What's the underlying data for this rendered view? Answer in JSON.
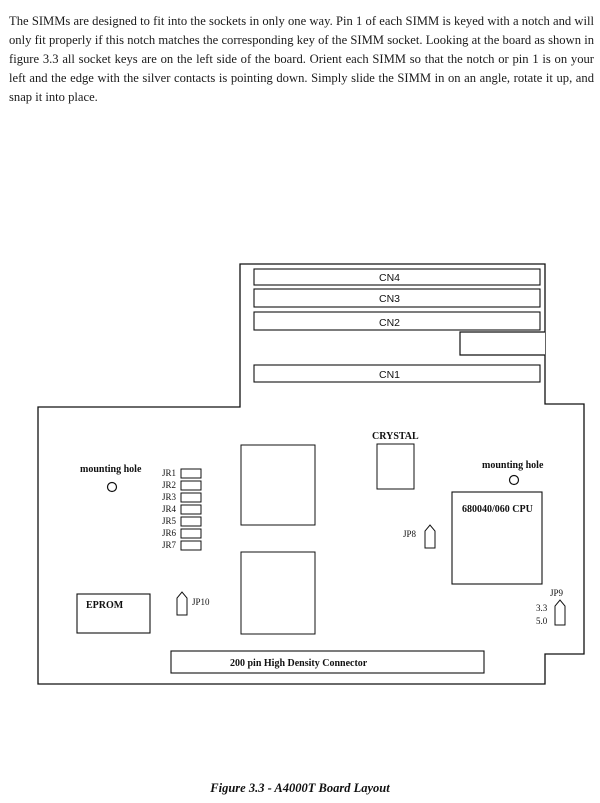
{
  "paragraph": "The SIMMs are designed to fit into the sockets in only one way. Pin 1 of each SIMM is keyed with a notch and will only fit properly if this notch matches the corresponding key of the SIMM socket. Looking at the board as shown in figure 3.3 all socket keys are on the left side of the board. Orient each SIMM so that the notch or pin 1 is on your left and the edge with the silver contacts is pointing down. Simply slide the SIMM in on an angle, rotate it up, and snap it into place.",
  "board": {
    "slots": [
      "CN4",
      "CN3",
      "CN2",
      "CN1"
    ],
    "crystal_label": "CRYSTAL",
    "mounting_hole_left": "mounting hole",
    "mounting_hole_right": "mounting hole",
    "jumpers": [
      "JR1",
      "JR2",
      "JR3",
      "JR4",
      "JR5",
      "JR6",
      "JR7"
    ],
    "cpu_label": "680040/060 CPU",
    "jp8_label": "JP8",
    "jp9_label": "JP9",
    "jp9_opt1": "3.3",
    "jp9_opt2": "5.0",
    "eprom_label": "EPROM",
    "jp10_label": "JP10",
    "connector_label": "200 pin High Density Connector"
  },
  "caption": "Figure 3.3 - A4000T Board Layout"
}
